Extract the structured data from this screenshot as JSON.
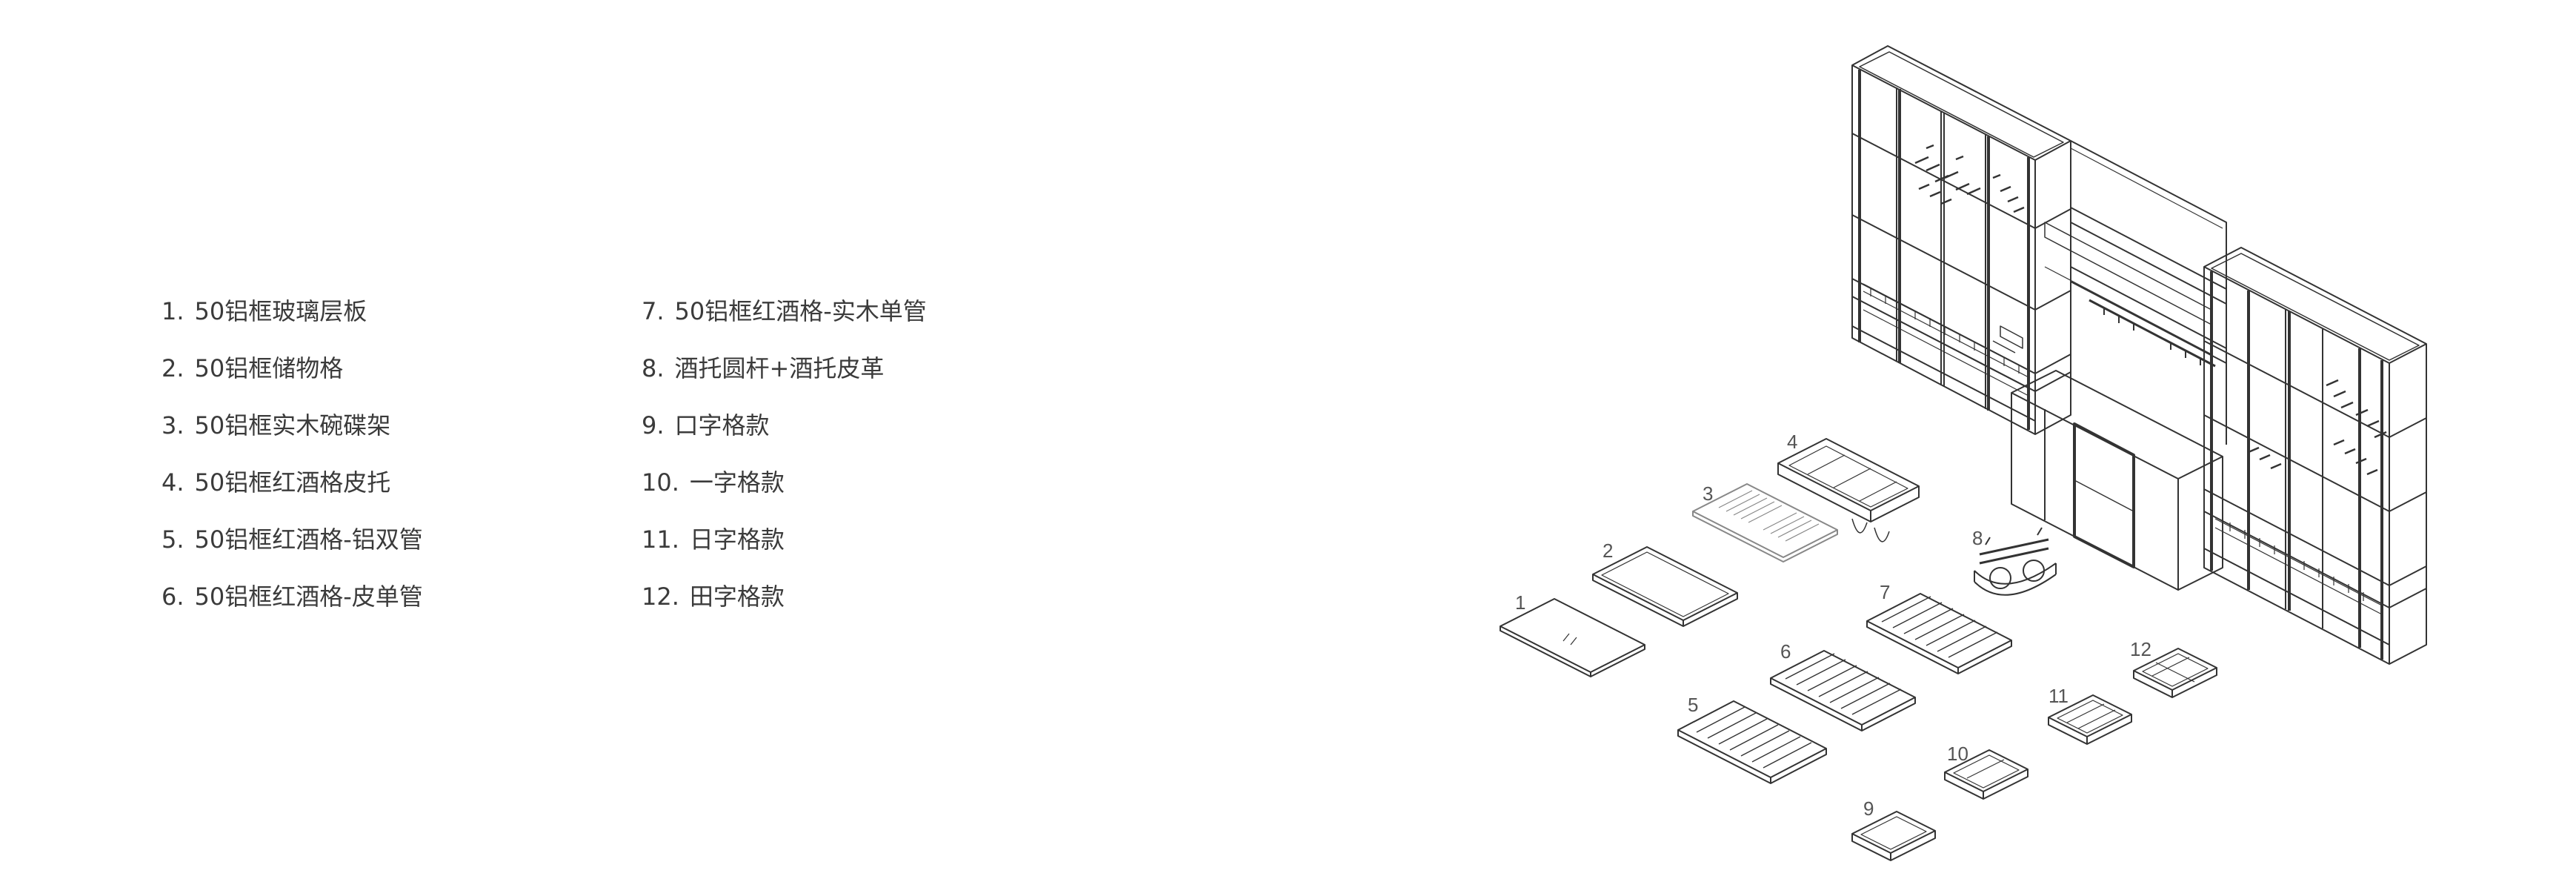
{
  "legend": {
    "items": [
      {
        "num": "1.",
        "label": "50铝框玻璃层板"
      },
      {
        "num": "2.",
        "label": "50铝框储物格"
      },
      {
        "num": "3.",
        "label": "50铝框实木碗碟架"
      },
      {
        "num": "4.",
        "label": "50铝框红酒格皮托"
      },
      {
        "num": "5.",
        "label": "50铝框红酒格-铝双管"
      },
      {
        "num": "6.",
        "label": "50铝框红酒格-皮单管"
      },
      {
        "num": "7.",
        "label": "50铝框红酒格-实木单管"
      },
      {
        "num": "8.",
        "label": "酒托圆杆+酒托皮革"
      },
      {
        "num": "9.",
        "label": "口字格款"
      },
      {
        "num": "10.",
        "label": "一字格款"
      },
      {
        "num": "11.",
        "label": "日字格款"
      },
      {
        "num": "12.",
        "label": "田字格款"
      }
    ]
  },
  "callouts": [
    "1",
    "2",
    "3",
    "4",
    "5",
    "6",
    "7",
    "8",
    "9",
    "10",
    "11",
    "12"
  ],
  "colors": {
    "line": "#333333",
    "text": "#3b3b3b",
    "callout": "#555555"
  }
}
